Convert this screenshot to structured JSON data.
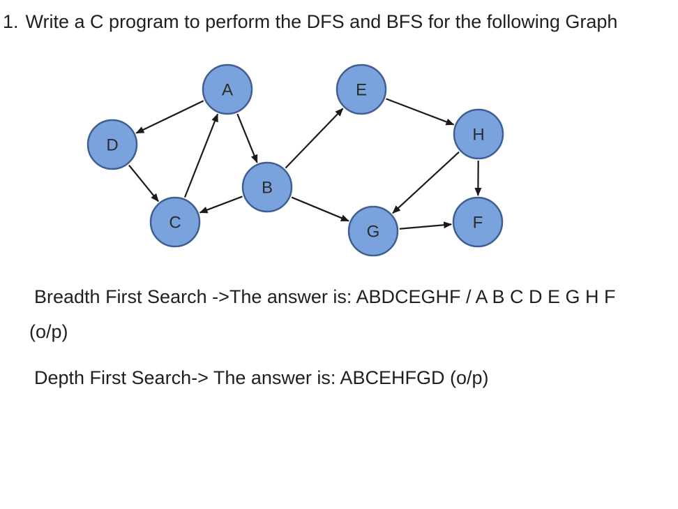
{
  "question": {
    "number": "1.",
    "text": "Write a C program to perform the DFS and BFS for the following Graph"
  },
  "graph": {
    "nodes": [
      {
        "id": "A",
        "label": "A"
      },
      {
        "id": "B",
        "label": "B"
      },
      {
        "id": "C",
        "label": "C"
      },
      {
        "id": "D",
        "label": "D"
      },
      {
        "id": "E",
        "label": "E"
      },
      {
        "id": "F",
        "label": "F"
      },
      {
        "id": "G",
        "label": "G"
      },
      {
        "id": "H",
        "label": "H"
      }
    ],
    "edges": [
      {
        "from": "A",
        "to": "D"
      },
      {
        "from": "A",
        "to": "B"
      },
      {
        "from": "D",
        "to": "C"
      },
      {
        "from": "C",
        "to": "A"
      },
      {
        "from": "B",
        "to": "C"
      },
      {
        "from": "B",
        "to": "E"
      },
      {
        "from": "B",
        "to": "G"
      },
      {
        "from": "E",
        "to": "H"
      },
      {
        "from": "H",
        "to": "F"
      },
      {
        "from": "H",
        "to": "G"
      },
      {
        "from": "G",
        "to": "F"
      }
    ],
    "node_fill_color": "#7aa2dc",
    "node_stroke_color": "#3e5f8f",
    "edge_color": "#1a1a1a"
  },
  "answers": {
    "bfs_line1": "Breadth First Search ->The answer is: ABDCEGHF / A B C D E G H F",
    "bfs_line2": "(o/p)",
    "dfs": "Depth First Search-> The answer is: ABCEHFGD (o/p)"
  }
}
